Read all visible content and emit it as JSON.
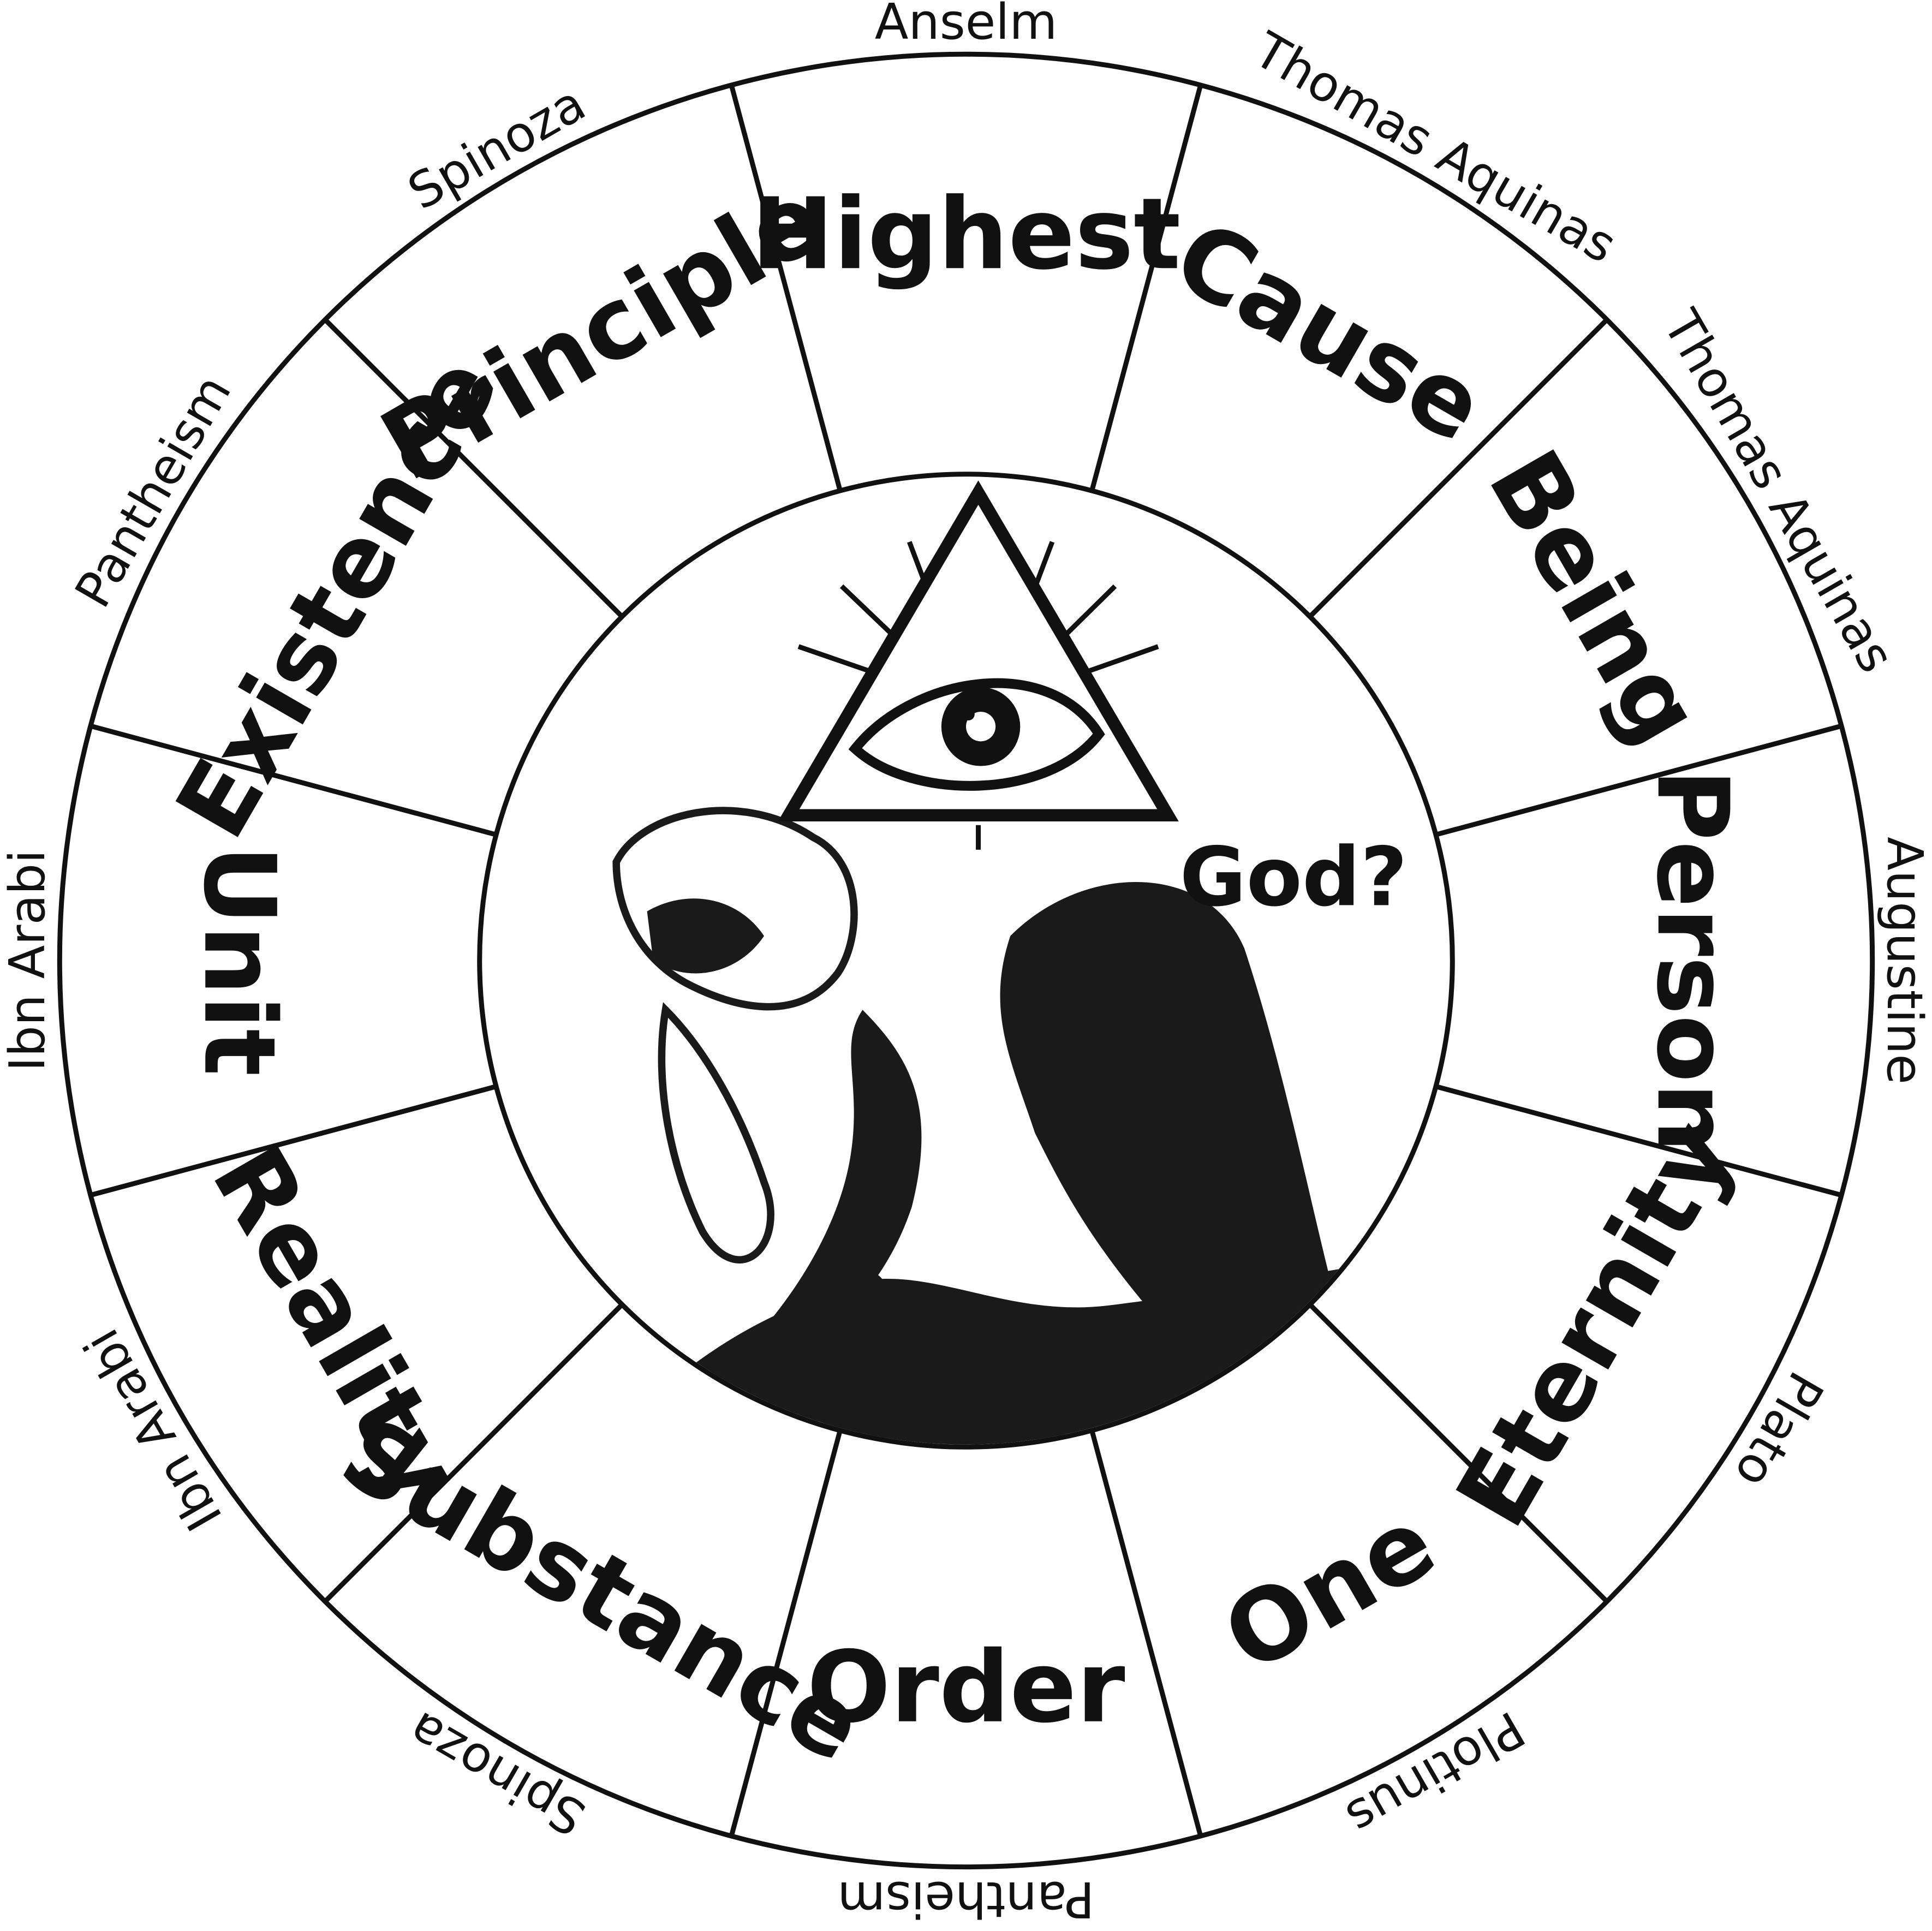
{
  "center_label": "God?",
  "segments": [
    {
      "concept": "Highest",
      "thinker": "Anselm"
    },
    {
      "concept": "Cause",
      "thinker": "Thomas Aquinas"
    },
    {
      "concept": "Being",
      "thinker": "Thomas Aquinas"
    },
    {
      "concept": "Person",
      "thinker": "Augustine"
    },
    {
      "concept": "Eternity",
      "thinker": "Plato"
    },
    {
      "concept": "One",
      "thinker": "Plotinus"
    },
    {
      "concept": "Order",
      "thinker": "Pantheism"
    },
    {
      "concept": "Substance",
      "thinker": "Spinoza"
    },
    {
      "concept": "Reality",
      "thinker": "Ibn Arabi"
    },
    {
      "concept": "Unit",
      "thinker": "Ibn Arabi"
    },
    {
      "concept": "Existence",
      "thinker": "Pantheism"
    },
    {
      "concept": "Principle",
      "thinker": "Spinoza"
    }
  ],
  "colors": {
    "ink": "#111111",
    "background": "#ffffff"
  },
  "icons": [
    "eye-of-providence-icon",
    "thinker-silhouette-icon"
  ]
}
